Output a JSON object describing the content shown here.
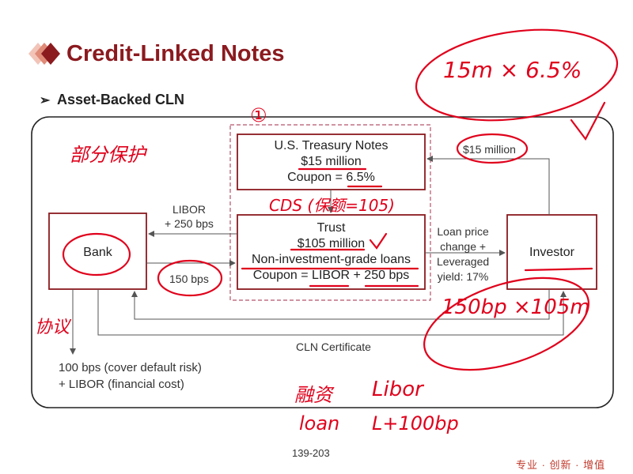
{
  "slide": {
    "title": "Credit-Linked Notes",
    "subtitle": "Asset-Backed CLN",
    "page_number": "139-203",
    "footer_brand": "专业 · 创新 · 增值"
  },
  "diagram": {
    "treasury": {
      "line1": "U.S. Treasury Notes",
      "line2": "$15 million",
      "line3": "Coupon = 6.5%"
    },
    "trust": {
      "line1": "Trust",
      "line2": "$105 million",
      "line3": "Non-investment-grade loans",
      "line4": "Coupon = LIBOR + 250 bps"
    },
    "bank": {
      "label": "Bank"
    },
    "investor": {
      "label": "Investor"
    },
    "labels": {
      "libor_250_line1": "LIBOR",
      "libor_250_line2": "+ 250 bps",
      "bps_150": "150 bps",
      "fifteen_million": "$15 million",
      "loan_price_1": "Loan price",
      "loan_price_2": "change +",
      "loan_price_3": "Leveraged",
      "loan_price_4": "yield: 17%",
      "cln_certificate": "CLN Certificate",
      "note_line1": "100 bps (cover default risk)",
      "note_line2": "+ LIBOR (financial cost)"
    }
  },
  "annotations": {
    "circled_one": "①",
    "calc_top": "15m × 6.5%",
    "partial_hedge": "部分保护",
    "cds_note": "CDS (保额=105)",
    "agreement": "协议",
    "calc_mid": "150bp ×105m",
    "financing": "融资",
    "libor_hw": "Libor",
    "loan_hw": "loan",
    "l_plus_100": "L+100bp"
  },
  "colors": {
    "title": "#8b1a1f",
    "annotation": "#e0001b",
    "dashed_border": "#b5546a"
  }
}
